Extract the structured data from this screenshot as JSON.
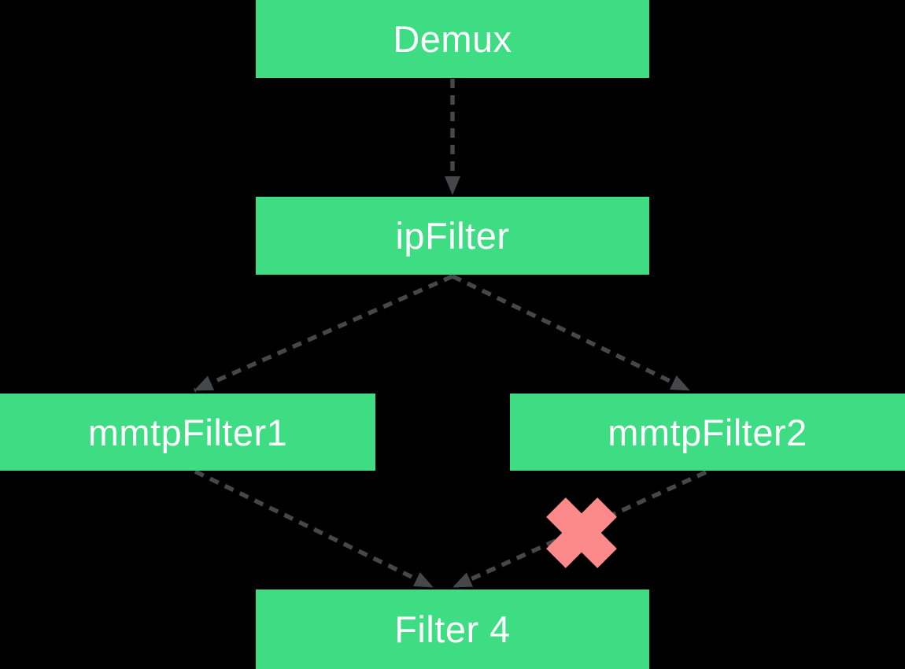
{
  "diagram": {
    "type": "flow-diagram",
    "background_color": "#000000",
    "node_fill_color": "#3edc83",
    "node_text_color": "#ffffff",
    "connector_color": "#45474a",
    "connector_style": "dashed-arrow",
    "blocked_marker_color": "#fc8a8a",
    "nodes": [
      {
        "id": "demux",
        "label": "Demux"
      },
      {
        "id": "ip-filter",
        "label": "ipFilter"
      },
      {
        "id": "mmtp-filter-1",
        "label": "mmtpFilter1"
      },
      {
        "id": "mmtp-filter-2",
        "label": "mmtpFilter2"
      },
      {
        "id": "filter-4",
        "label": "Filter 4"
      }
    ],
    "edges": [
      {
        "from": "Demux",
        "to": "ipFilter",
        "blocked": false
      },
      {
        "from": "ipFilter",
        "to": "mmtpFilter1",
        "blocked": false
      },
      {
        "from": "ipFilter",
        "to": "mmtpFilter2",
        "blocked": false
      },
      {
        "from": "mmtpFilter1",
        "to": "Filter 4",
        "blocked": false
      },
      {
        "from": "mmtpFilter2",
        "to": "Filter 4",
        "blocked": true
      }
    ]
  }
}
